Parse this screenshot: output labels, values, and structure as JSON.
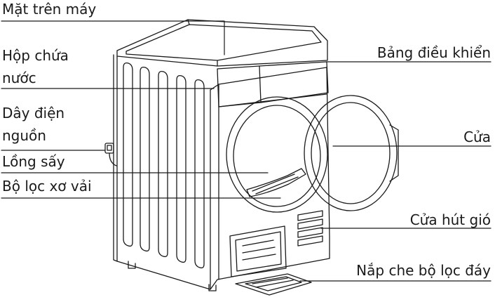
{
  "labels": {
    "top": "Mặt trên máy",
    "water_tank_line1": "Hộp chứa",
    "water_tank_line2": "nước",
    "power_cord_line1": "Dây điện",
    "power_cord_line2": "nguồn",
    "drum": "Lồng sấy",
    "lint_filter": "Bộ lọc xơ vải",
    "control_panel": "Bảng điều khiển",
    "door": "Cửa",
    "air_vent": "Cửa hút gió",
    "bottom_filter_cover": "Nắp che bộ lọc đáy"
  },
  "colors": {
    "line": "#1a1a1a",
    "text": "#1a1a1a",
    "background": "#ffffff"
  }
}
